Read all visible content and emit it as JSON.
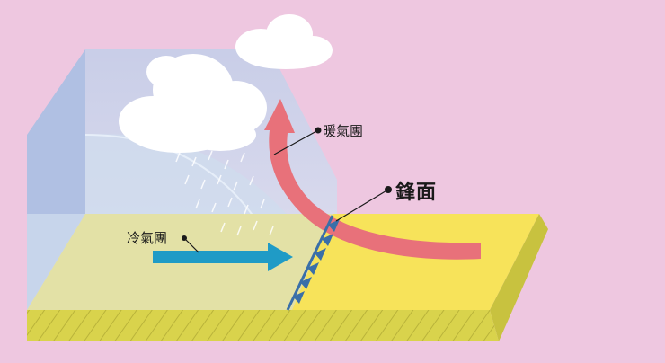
{
  "labels": {
    "warm_air_mass": "暖氣團",
    "front": "鋒面",
    "cold_air_mass": "冷氣團"
  },
  "colors": {
    "background": "#eec7e0",
    "warm_surface": "#f7e35a",
    "cold_surface": "#e3e1a6",
    "side_face": "#d9d34c",
    "warm_arrow": "#e8717a",
    "cold_arrow": "#1f9bc6",
    "front_line": "#3a6fa8",
    "cold_dome": "#c9d6ea",
    "back_wall": "#b7c9e6"
  },
  "icons": [
    "cloud-icon",
    "rain-icon",
    "front-triangle-icon",
    "warm-arrow-icon",
    "cold-arrow-icon"
  ]
}
